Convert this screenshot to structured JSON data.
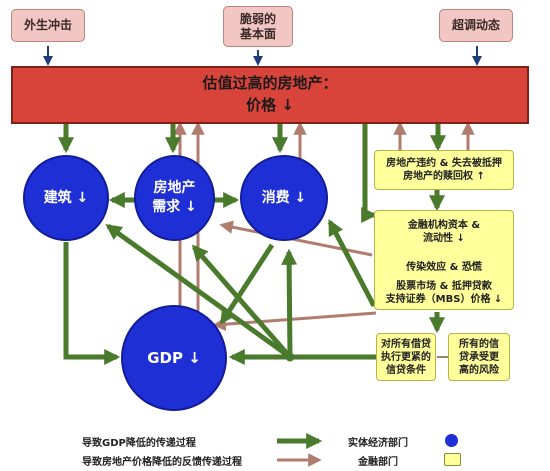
{
  "top_boxes": {
    "external_shock": "外生冲击",
    "weak_fundamentals": "脆弱的\n基本面",
    "overshooting": "超调动态"
  },
  "banner": {
    "line1": "估值过高的房地产：",
    "line2": "价格 ↓"
  },
  "nodes": {
    "construction": "建筑 ↓",
    "housing_demand": "房地产\n需求 ↓",
    "consumption": "消费 ↓",
    "gdp": "GDP ↓"
  },
  "financial_boxes": {
    "default": "房地产违约 & 失去被抵押\n房地产的赎回权 ↑",
    "capital": "金融机构资本 &\n流动性 ↓",
    "contagion": "传染效应 & 恐慌",
    "mbs": "股票市场 & 抵押贷款\n支持证券（MBS）价格 ↓",
    "loan_terms": "对所有借贷\n执行更紧的\n信贷条件",
    "risk": "所有的信\n贷承受更\n高的风险"
  },
  "legend": {
    "gdp_transmission": "导致GDP降低的传递过程",
    "price_feedback": "导致房地产价格降低的反馈传递过程",
    "real_economy": "实体经济部门",
    "financial_sector": "金融部门"
  },
  "colors": {
    "green_arrow": "#4a7a2c",
    "brown_arrow": "#b07c6e",
    "node_blue": "#1f2fd6",
    "banner_red": "#d9443a",
    "financial_yellow": "#ffff9c",
    "top_box_pink": "#f2c6c2"
  }
}
